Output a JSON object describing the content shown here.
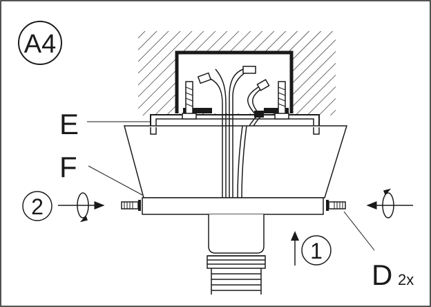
{
  "step_label": "A4",
  "parts": {
    "e": "E",
    "f": "F",
    "d": "D",
    "d_qty": "2x"
  },
  "steps": {
    "one": "1",
    "two": "2"
  },
  "colors": {
    "line": "#1a1a1a",
    "background": "#ffffff"
  }
}
